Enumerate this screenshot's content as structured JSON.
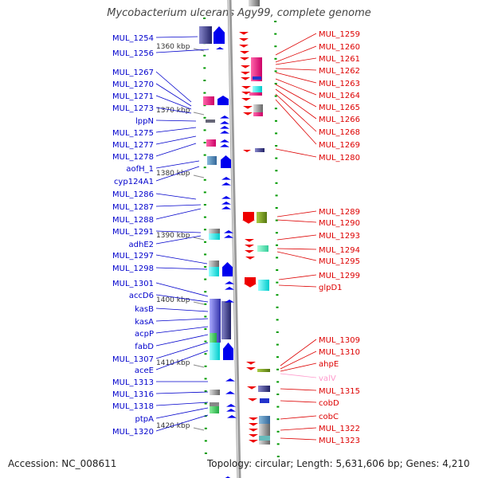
{
  "title": "Mycobacterium ulcerans Agy99, complete genome",
  "accession": "Accession: NC_008611",
  "summary": "Topology: circular; Length: 5,631,606 bp; Genes: 4,210",
  "colors": {
    "left_label": "#0000cc",
    "right_label": "#dd0000",
    "trna_label": "#ff99cc",
    "forward_gene": "#0000ee",
    "reverse_gene": "#ee0000",
    "ruler": "#009900"
  },
  "ticks": [
    "1360 kbp",
    "1370 kbp",
    "1380 kbp",
    "1390 kbp",
    "1400 kbp",
    "1410 kbp",
    "1420 kbp"
  ],
  "left_labels": [
    "MUL_1254",
    "MUL_1256",
    "MUL_1267",
    "MUL_1270",
    "MUL_1271",
    "MUL_1273",
    "lppN",
    "MUL_1275",
    "MUL_1277",
    "MUL_1278",
    "aofH_1",
    "cyp124A1",
    "MUL_1286",
    "MUL_1287",
    "MUL_1288",
    "MUL_1291",
    "adhE2",
    "MUL_1297",
    "MUL_1298",
    "MUL_1301",
    "accD6",
    "kasB",
    "kasA",
    "acpP",
    "fabD",
    "MUL_1307",
    "aceE",
    "MUL_1313",
    "MUL_1316",
    "MUL_1318",
    "ptpA",
    "MUL_1320"
  ],
  "right_labels": [
    "MUL_1259",
    "MUL_1260",
    "MUL_1261",
    "MUL_1262",
    "MUL_1263",
    "MUL_1264",
    "MUL_1265",
    "MUL_1266",
    "MUL_1268",
    "MUL_1269",
    "MUL_1280",
    "MUL_1289",
    "MUL_1290",
    "MUL_1293",
    "MUL_1294",
    "MUL_1295",
    "MUL_1299",
    "glpD1",
    "MUL_1309",
    "MUL_1310",
    "ahpE",
    "valV",
    "MUL_1315",
    "cobD",
    "cobC",
    "MUL_1322",
    "MUL_1323"
  ]
}
